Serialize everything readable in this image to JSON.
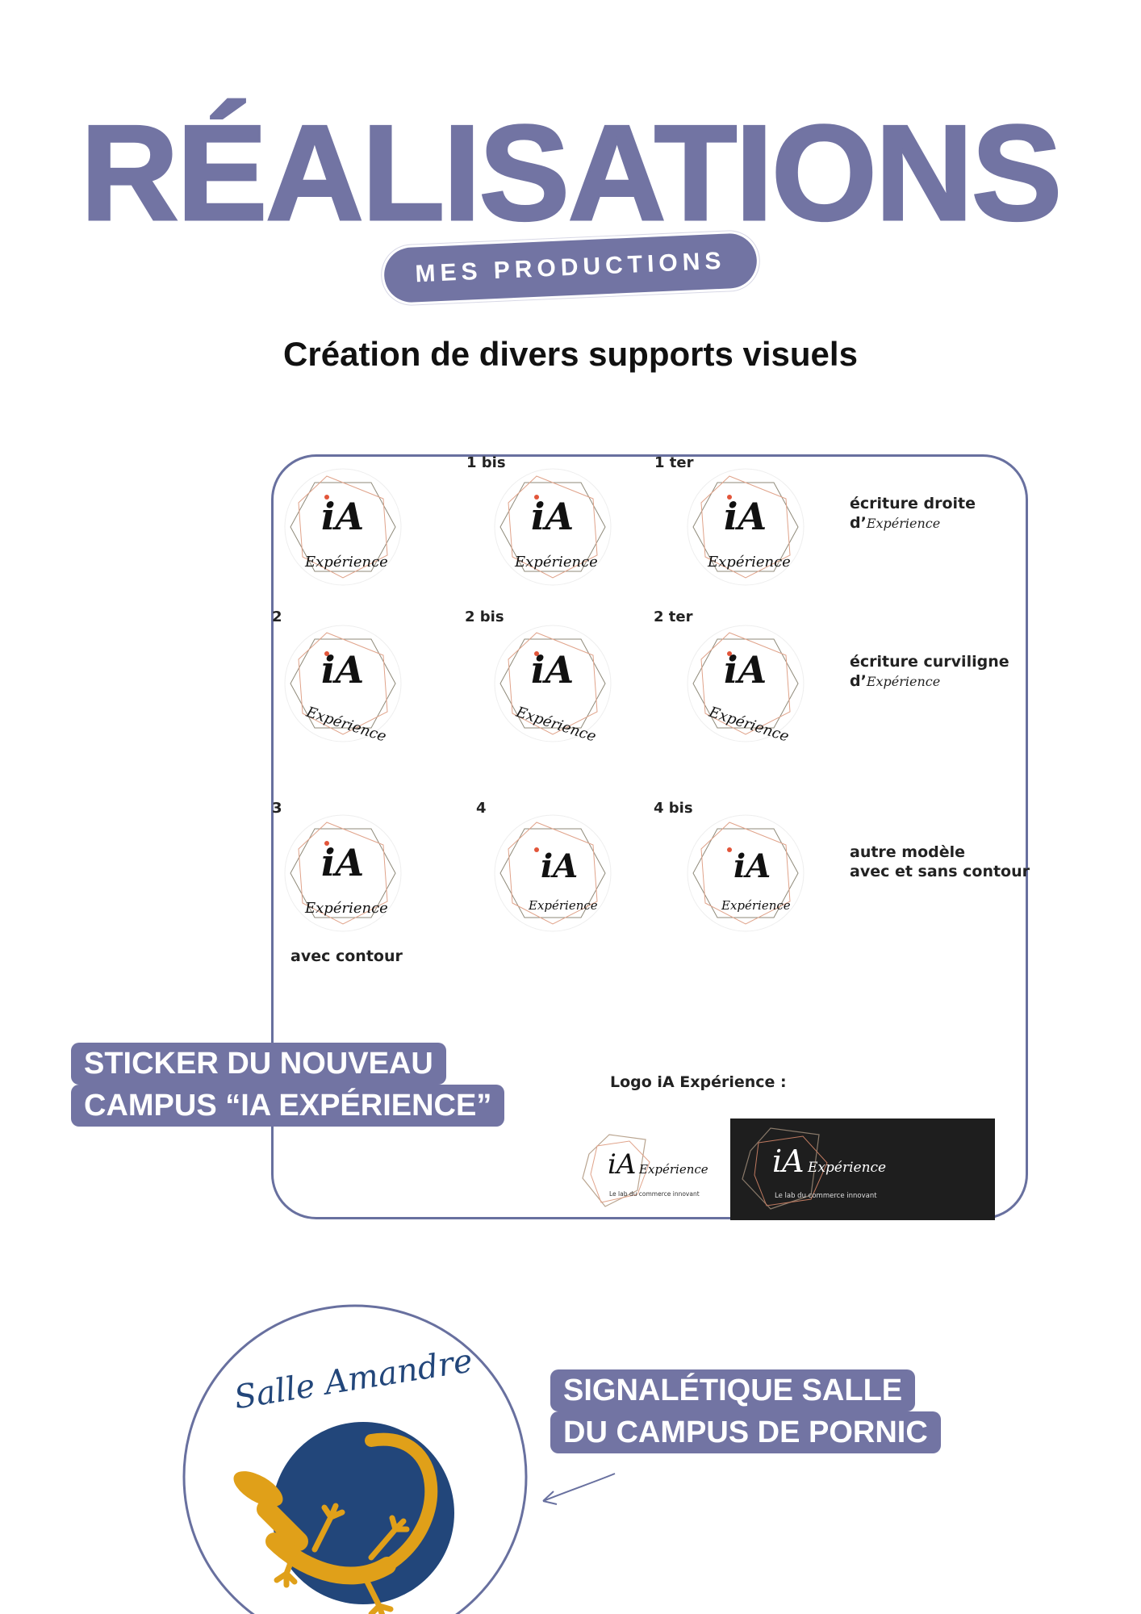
{
  "header": {
    "title": "RÉALISATIONS",
    "badge": "MES PRODUCTIONS",
    "subtitle": "Création de divers supports visuels"
  },
  "board": {
    "stickers": [
      {
        "label": "",
        "mark": "iA",
        "word": "Expérience",
        "style": "straight"
      },
      {
        "label": "1 bis",
        "mark": "iA",
        "word": "Expérience",
        "style": "straight"
      },
      {
        "label": "1 ter",
        "mark": "iA",
        "word": "Expérience",
        "style": "straight"
      },
      {
        "label": "2",
        "mark": "iA",
        "word": "Expérience",
        "style": "curved"
      },
      {
        "label": "2 bis",
        "mark": "iA",
        "word": "Expérience",
        "style": "curved"
      },
      {
        "label": "2 ter",
        "mark": "iA",
        "word": "Expérience",
        "style": "curved"
      },
      {
        "label": "3",
        "mark": "iA",
        "word": "Expérience",
        "style": "straight"
      },
      {
        "label": "4",
        "mark": "iA",
        "word": "Expérience",
        "style": "small"
      },
      {
        "label": "4 bis",
        "mark": "iA",
        "word": "Expérience",
        "style": "small"
      }
    ],
    "notes": [
      {
        "line1": "écriture droite",
        "prefix": "d’",
        "script": "Expérience"
      },
      {
        "line1": "écriture curviligne",
        "prefix": "d’",
        "script": "Expérience"
      },
      {
        "line1": "autre modèle",
        "line2": "avec et sans contour"
      }
    ],
    "avec_contour": "avec contour",
    "logo_heading": "Logo iA Expérience :",
    "logo": {
      "mark": "iA",
      "word": "Expérience",
      "tagline": "Le lab du commerce innovant"
    }
  },
  "sticker_tag": {
    "line1": "STICKER DU NOUVEAU",
    "line2": "CAMPUS “IA EXPÉRIENCE”"
  },
  "room_sign": {
    "name": "Salle Amandre"
  },
  "signage_tag": {
    "line1": "SIGNALÉTIQUE SALLE",
    "line2": "DU CAMPUS DE PORNIC"
  },
  "colors": {
    "accent": "#7274a3",
    "navy": "#22467a",
    "gecko": "#e0a019"
  }
}
